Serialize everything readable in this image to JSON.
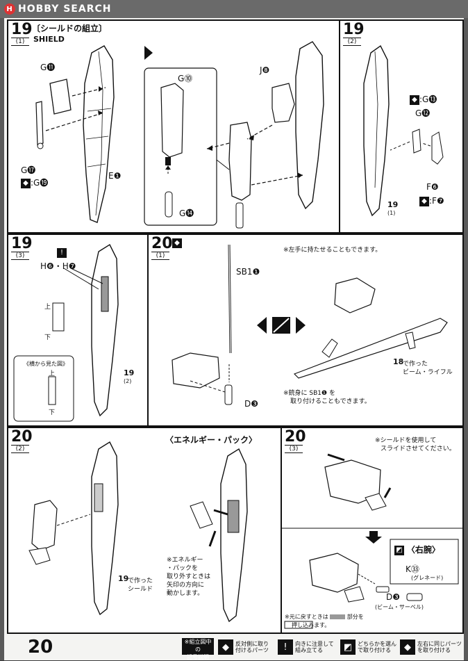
{
  "site_logo": "HOBBY SEARCH",
  "page_number": "20",
  "panels": {
    "p19_1": {
      "step": "19",
      "sub": "(1)",
      "title": "〔シールドの組立〕",
      "subtitle": "SHIELD",
      "labels": {
        "g11": "G⓫",
        "g17": "G⓱",
        "g19": ":G⓳",
        "e1": "E❶",
        "g10": "G⓾",
        "j8": "J❽",
        "g14": "G⓮"
      }
    },
    "p19_2": {
      "step": "19",
      "sub": "(2)",
      "labels": {
        "g13": ":G⓭",
        "g12": "G⓬",
        "f6": "F❻",
        "f7": ":F❼",
        "ref": "19",
        "ref_sub": "(1)"
      }
    },
    "p19_3": {
      "step": "19",
      "sub": "(3)",
      "labels": {
        "h": "H❻・H❼",
        "up": "上",
        "down": "下",
        "side_view": "《横から見た図》",
        "up2": "上",
        "down2": "下",
        "ref": "19",
        "ref_sub": "(2)"
      }
    },
    "p20_1": {
      "step": "20",
      "sub": "(1)",
      "labels": {
        "note_left": "※左手に持たせることもできます。",
        "sb1": "SB1❶",
        "d3": "D❸",
        "rifle_ref": "18",
        "rifle_made": "で作った",
        "rifle_name": "ビーム・ライフル",
        "body_note1": "※銃身に SB1❶ を",
        "body_note2": "取り付けることもできます。"
      }
    },
    "p20_2": {
      "step": "20",
      "sub": "(2)",
      "energy_title": "〈エネルギー・パック〉",
      "labels": {
        "ref": "19",
        "made": "で作った",
        "shield": "シールド",
        "note": "※エネルギー\n・パックを\n取り外すときは\n矢印の方向に\n動かします。"
      }
    },
    "p20_3": {
      "step": "20",
      "sub": "(3)",
      "labels": {
        "note1": "※シールドを使用して",
        "note2": "スライドさせてください。",
        "right_arm": "〈右腕〉",
        "k33": "K㉝",
        "grenade": "(グレネード)",
        "d3": "D❸",
        "saber": "(ビーム・サーベル)",
        "foot1": "※元に戻すときは",
        "foot_mid": "部分を",
        "foot2": "押し込みます。"
      }
    }
  },
  "legend": {
    "title": "※組立図中の\n記号説明",
    "items": [
      {
        "icon": "◆",
        "text": "反対側に取り\n付けるパーツ"
      },
      {
        "icon": "!",
        "text": "向きに注意して\n組み立てる"
      },
      {
        "icon": "◩",
        "text": "どちらかを選ん\nで取り付ける"
      },
      {
        "icon": "◆",
        "text": "左右に同じパーツ\nを取り付ける"
      }
    ]
  },
  "colors": {
    "ink": "#111111",
    "paper": "#ffffff",
    "frame_bg": "#5a5a5a"
  }
}
